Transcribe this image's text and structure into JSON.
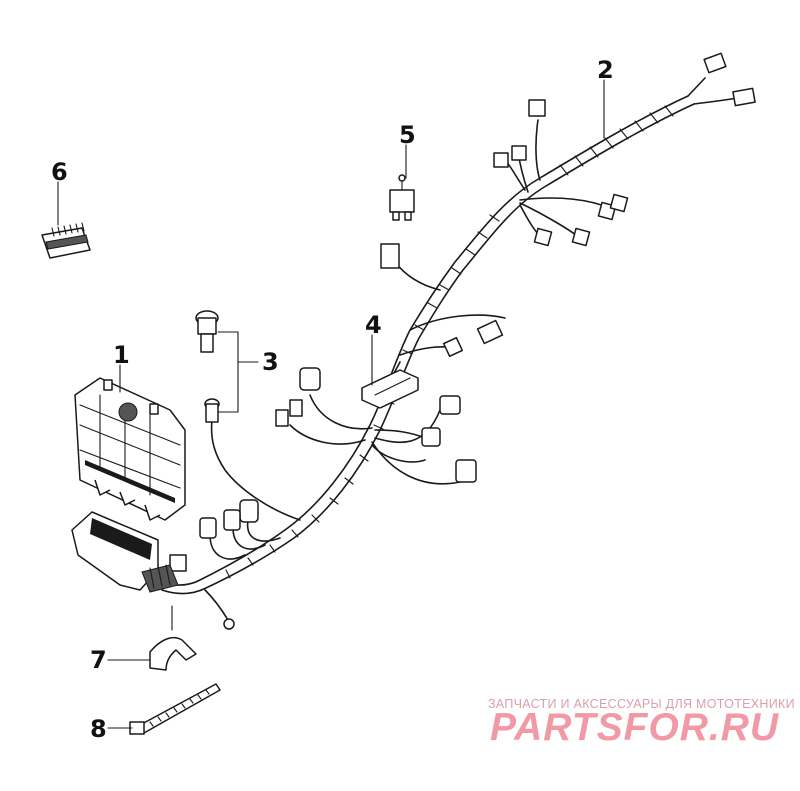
{
  "callouts": [
    {
      "id": "1",
      "label": "1"
    },
    {
      "id": "2",
      "label": "2"
    },
    {
      "id": "3",
      "label": "3"
    },
    {
      "id": "4",
      "label": "4"
    },
    {
      "id": "5",
      "label": "5"
    },
    {
      "id": "6",
      "label": "6"
    },
    {
      "id": "7",
      "label": "7"
    },
    {
      "id": "8",
      "label": "8"
    }
  ],
  "watermark": {
    "tagline": "ЗАПЧАСТИ И АКСЕССУАРЫ ДЛЯ МОТОТЕХНИКИ",
    "logo": "PARTSFOR.RU",
    "color": "#f19aa5"
  }
}
